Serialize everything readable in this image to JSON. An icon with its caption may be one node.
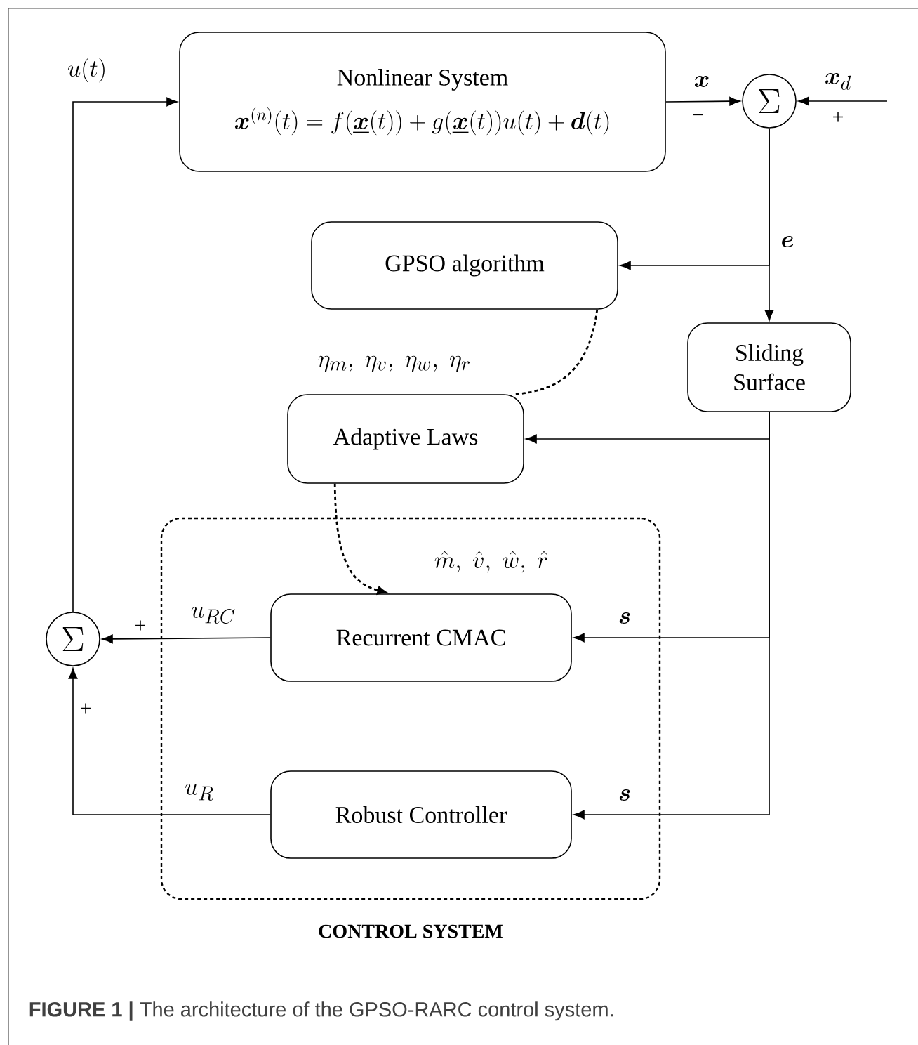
{
  "diagram": {
    "caption": "**FIGURE 1 |** The architecture of the GPSO-RARC control system.",
    "nodes": [
      {
        "text": [
          "Nonlinear System",
          "\\boldsymbol{x}^{(n)}(t) = f(\\underline{\\boldsymbol{x}}(t)) + g(\\underline{\\boldsymbol{x}}(t))u(t) + \\boldsymbol{d}(t)"
        ]
      },
      {
        "text": [
          "\\Sigma"
        ]
      },
      {
        "text": [
          "GPSO algorithm"
        ]
      },
      {
        "text": [
          "Sliding Surface"
        ]
      },
      {
        "text": [
          "Adaptive Laws"
        ]
      },
      {
        "text": [
          "CONTROL SYSTEM"
        ]
      },
      {
        "text": [
          "Recurrent CMAC"
        ],
        "in": 5
      },
      {
        "text": [
          "Robust Controller"
        ],
        "in": 5
      },
      {
        "text": [
          "\\Sigma"
        ]
      }
    ],
    "edges": [
      {
        "from": 8,
        "to": 0,
        "arrow": "to",
        "label": "u(t)"
      },
      {
        "from": 0,
        "to": 1,
        "arrow": "to",
        "label": "\\boldsymbol{x}"
      },
      {
        "from": null,
        "to": 1,
        "arrow": "to",
        "label": "\\boldsymbol{x}_d"
      },
      {
        "from": 1,
        "to": 2,
        "arrow": "to",
        "label": "\\boldsymbol{e}"
      },
      {
        "from": 1,
        "to": 3,
        "arrow": "to"
      },
      {
        "from": 2,
        "to": 4,
        "arrow": "none",
        "style": "dashed",
        "label": "\\eta_m,\\ \\eta_v,\\ \\eta_w,\\ \\eta_r"
      },
      {
        "from": 3,
        "to": 4,
        "arrow": "to"
      },
      {
        "from": 3,
        "to": 6,
        "arrow": "to",
        "label": "\\boldsymbol{s}"
      },
      {
        "from": 3,
        "to": 7,
        "arrow": "to",
        "label": "\\boldsymbol{s}"
      },
      {
        "from": 4,
        "to": 6,
        "arrow": "to",
        "style": "dashed",
        "label": "\\hat{m},\\ \\hat{v},\\ \\hat{w},\\ \\hat{r}"
      },
      {
        "from": 6,
        "to": 8,
        "arrow": "to",
        "label": "u_{RC}"
      },
      {
        "from": 7,
        "to": 8,
        "arrow": "to",
        "label": "u_R"
      }
    ],
    "labels": [
      "−",
      "+",
      "+",
      "+"
    ]
  }
}
